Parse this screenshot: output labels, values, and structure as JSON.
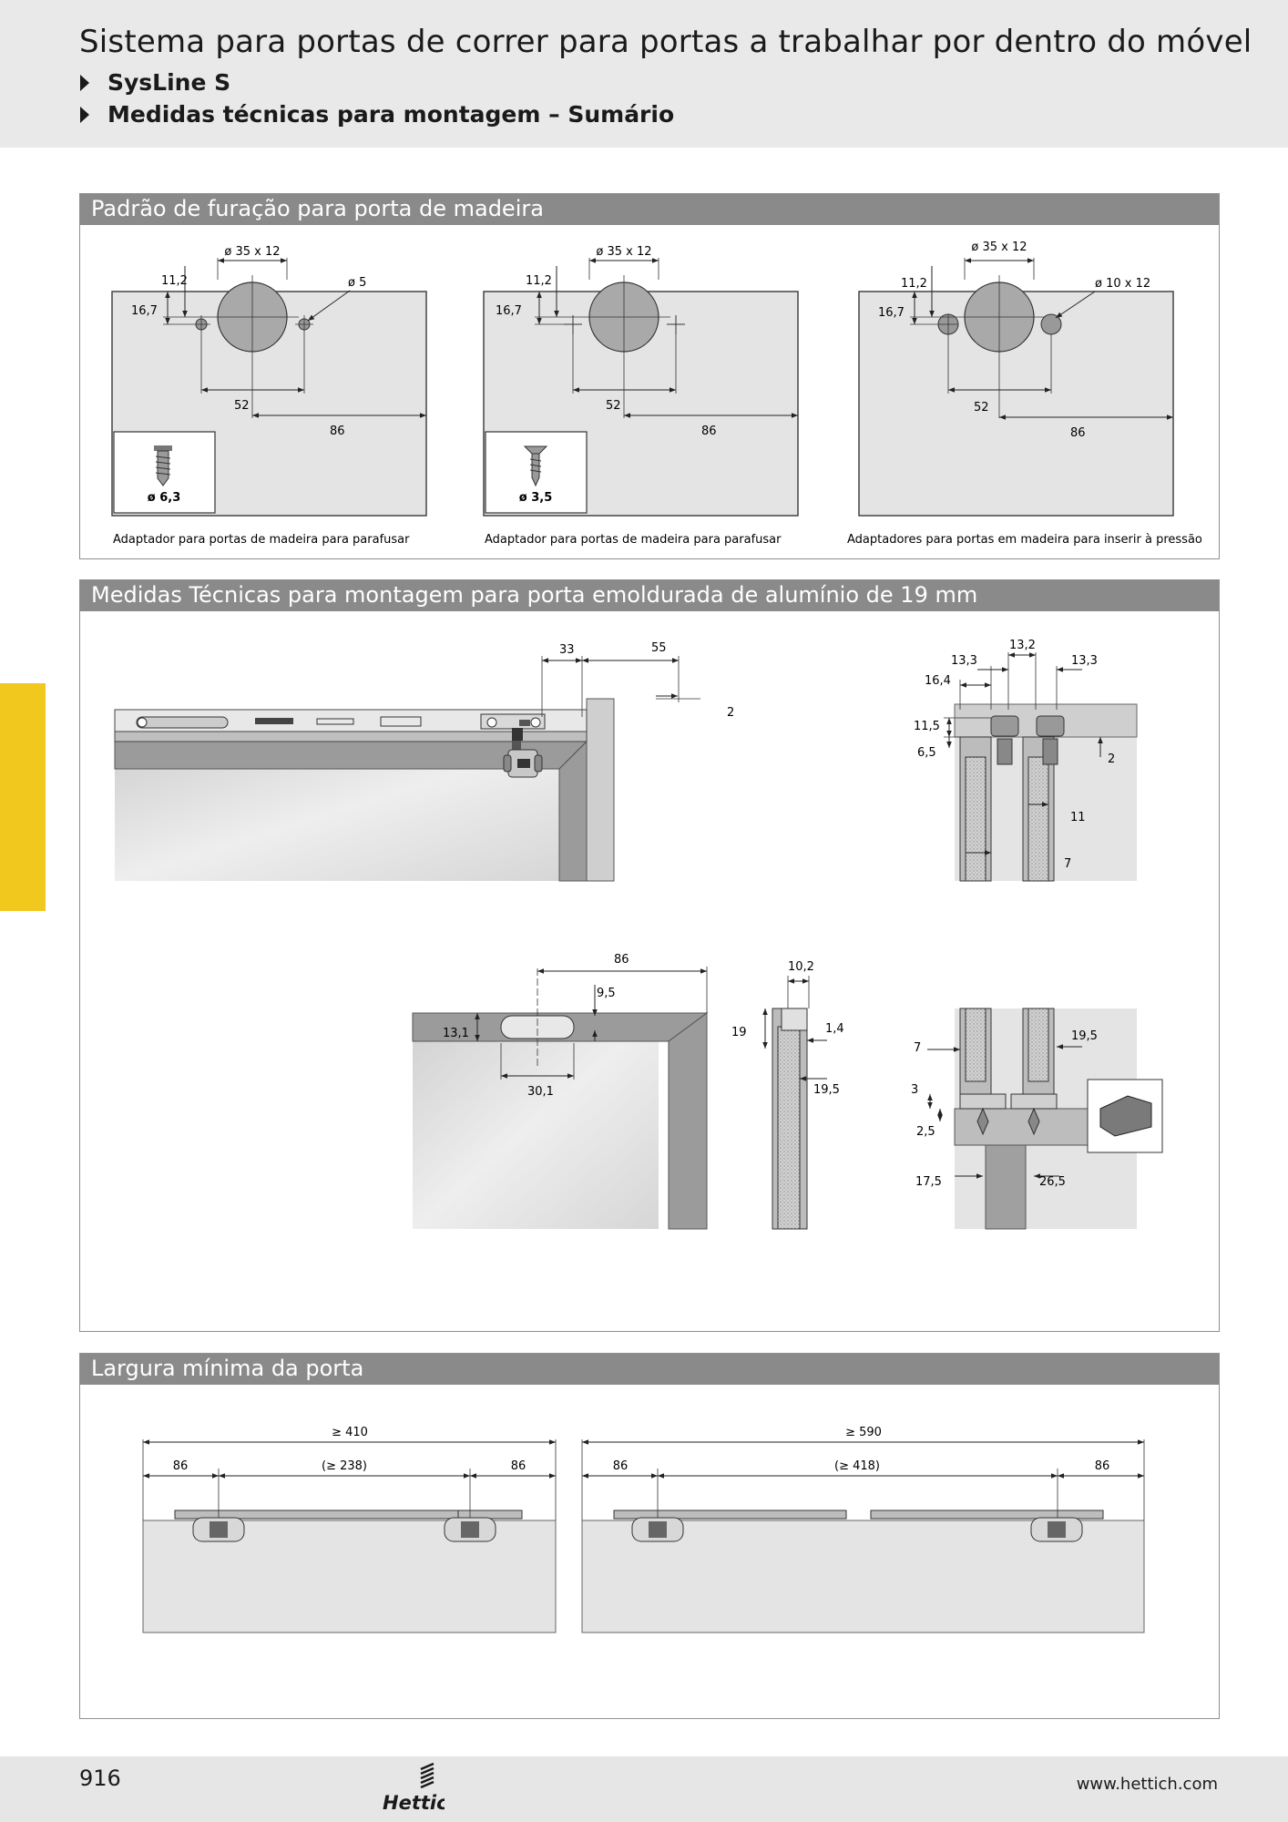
{
  "header": {
    "title": "Sistema para portas de correr para portas a trabalhar por dentro do móvel",
    "sub1": "SysLine S",
    "sub2": "Medidas técnicas para montagem – Sumário"
  },
  "sec1": {
    "title": "Padrão de furação para porta de madeira",
    "d1": {
      "cup": "ø 35 x 12",
      "a": "11,2",
      "b": "16,7",
      "hole": "ø 5",
      "m52": "52",
      "m86": "86",
      "screw": "ø 6,3",
      "caption": "Adaptador para portas de madeira para parafusar"
    },
    "d2": {
      "cup": "ø 35 x 12",
      "a": "11,2",
      "b": "16,7",
      "m52": "52",
      "m86": "86",
      "screw": "ø 3,5",
      "caption": "Adaptador para portas de madeira para parafusar"
    },
    "d3": {
      "cup": "ø 35 x 12",
      "a": "11,2",
      "b": "16,7",
      "hole": "ø 10 x 12",
      "m52": "52",
      "m86": "86",
      "caption": "Adaptadores para portas em madeira para inserir à pressão"
    }
  },
  "sec2": {
    "title": "Medidas Técnicas para montagem para porta emoldurada de alumínio de 19 mm",
    "top": {
      "m33": "33",
      "m55": "55",
      "m2": "2"
    },
    "side": {
      "m132": "13,2",
      "m133a": "13,3",
      "m133b": "13,3",
      "m164": "16,4",
      "m115": "11,5",
      "m65": "6,5",
      "m2": "2",
      "m11": "11",
      "m7": "7"
    },
    "front": {
      "m86": "86",
      "m131": "13,1",
      "m95": "9,5",
      "m301": "30,1"
    },
    "profile": {
      "m102": "10,2",
      "m19": "19",
      "m14": "1,4",
      "m195": "19,5"
    },
    "bottom": {
      "m7": "7",
      "m195": "19,5",
      "m3": "3",
      "m25": "2,5",
      "m175": "17,5",
      "m265": "26,5"
    }
  },
  "sec3": {
    "title": "Largura mínima da porta",
    "left": {
      "total": "≥ 410",
      "l": "86",
      "mid": "(≥ 238)",
      "r": "86"
    },
    "right": {
      "total": "≥ 590",
      "l": "86",
      "mid": "(≥ 418)",
      "r": "86"
    }
  },
  "footer": {
    "page": "916",
    "brand": "Hettich",
    "website": "www.hettich.com"
  },
  "colors": {
    "header_bg": "#e9e9e9",
    "section_bar": "#8a8a8a",
    "accent_tab": "#f0c81e",
    "panel": "#e4e4e4"
  }
}
